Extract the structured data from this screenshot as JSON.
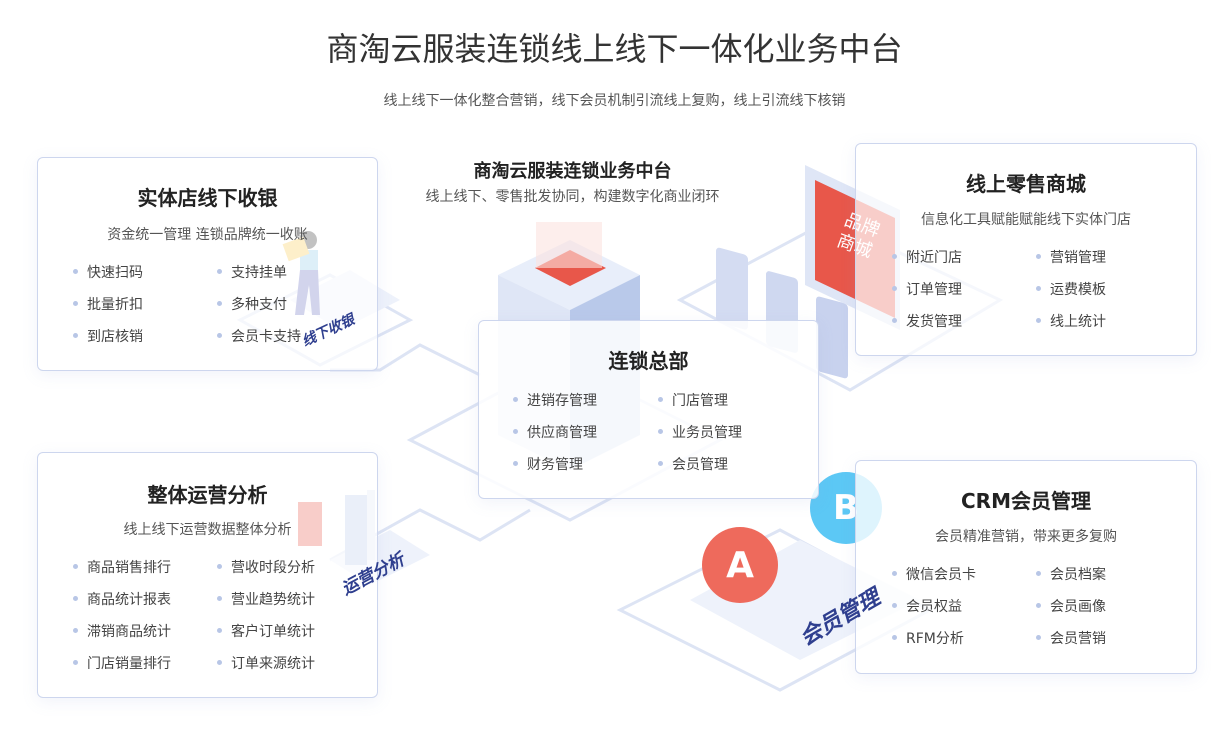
{
  "header": {
    "title": "商淘云服装连锁线上线下一体化业务中台",
    "subtitle": "线上线下一体化整合营销，线下会员机制引流线上复购，线上引流线下核销"
  },
  "center": {
    "heading": "商淘云服装连锁业务中台",
    "subheading": "线上线下、零售批发协同，构建数字化商业闭环"
  },
  "cards": {
    "offline": {
      "title": "实体店线下收银",
      "sub": "资金统一管理 连锁品牌统一收账",
      "items": [
        "快速扫码",
        "支持挂单",
        "批量折扣",
        "多种支付",
        "到店核销",
        "会员卡支持"
      ]
    },
    "hq": {
      "title": "连锁总部",
      "items": [
        "进销存管理",
        "门店管理",
        "供应商管理",
        "业务员管理",
        "财务管理",
        "会员管理"
      ]
    },
    "mall": {
      "title": "线上零售商城",
      "sub": "信息化工具赋能赋能线下实体门店",
      "items": [
        "附近门店",
        "营销管理",
        "订单管理",
        "运费模板",
        "发货管理",
        "线上统计"
      ]
    },
    "analysis": {
      "title": "整体运营分析",
      "sub": "线上线下运营数据整体分析",
      "items": [
        "商品销售排行",
        "营收时段分析",
        "商品统计报表",
        "营业趋势统计",
        "滞销商品统计",
        "客户订单统计",
        "门店销量排行",
        "订单来源统计"
      ]
    },
    "crm": {
      "title": "CRM会员管理",
      "sub": "会员精准营销，带来更多复购",
      "items": [
        "微信会员卡",
        "会员档案",
        "会员权益",
        "会员画像",
        "RFM分析",
        "会员营销"
      ]
    }
  },
  "illustration": {
    "offline_label": "线下收银",
    "analysis_label": "运营分析",
    "crm_label": "会员管理",
    "mall_sign": "品牌商城",
    "badge_a": "A",
    "badge_b": "B"
  },
  "colors": {
    "accent_red": "#e8574a",
    "accent_blue": "#5cc8f5",
    "line": "#d6def2"
  }
}
